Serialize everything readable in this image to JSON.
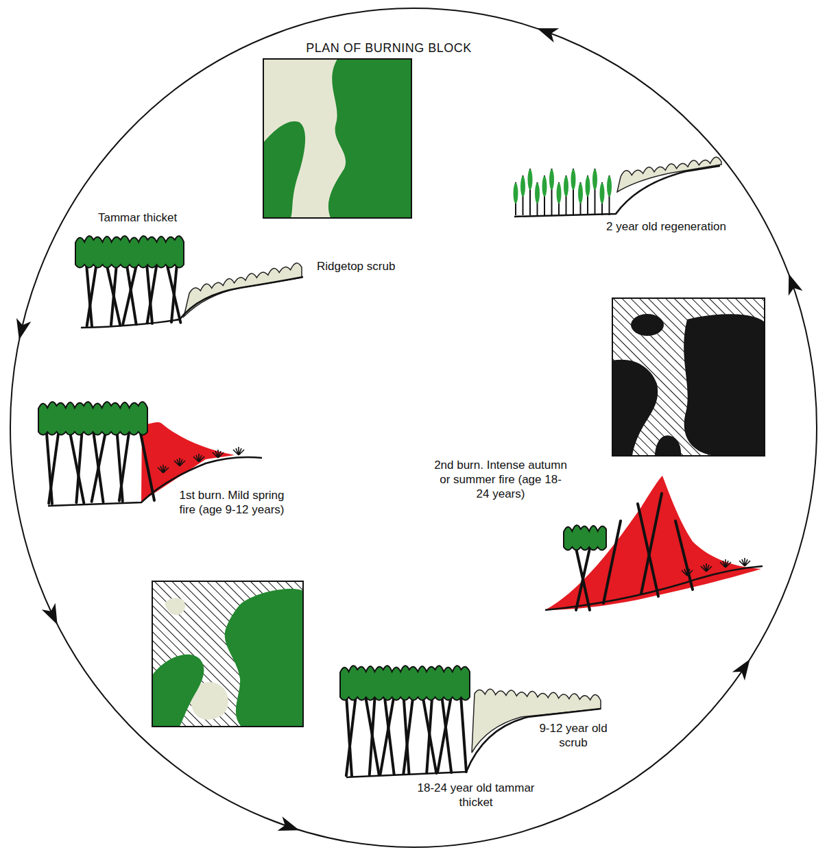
{
  "diagram": {
    "title": "PLAN OF BURNING BLOCK",
    "labels": [
      "Tammar thicket",
      "Ridgetop scrub",
      "2 year old regeneration",
      "1st burn. Mild spring fire (age 9-12 years)",
      "2nd burn. Intense autumn or summer fire (age 18-24 years)",
      "9-12 year old scrub",
      "18-24 year old tammar thicket"
    ]
  }
}
